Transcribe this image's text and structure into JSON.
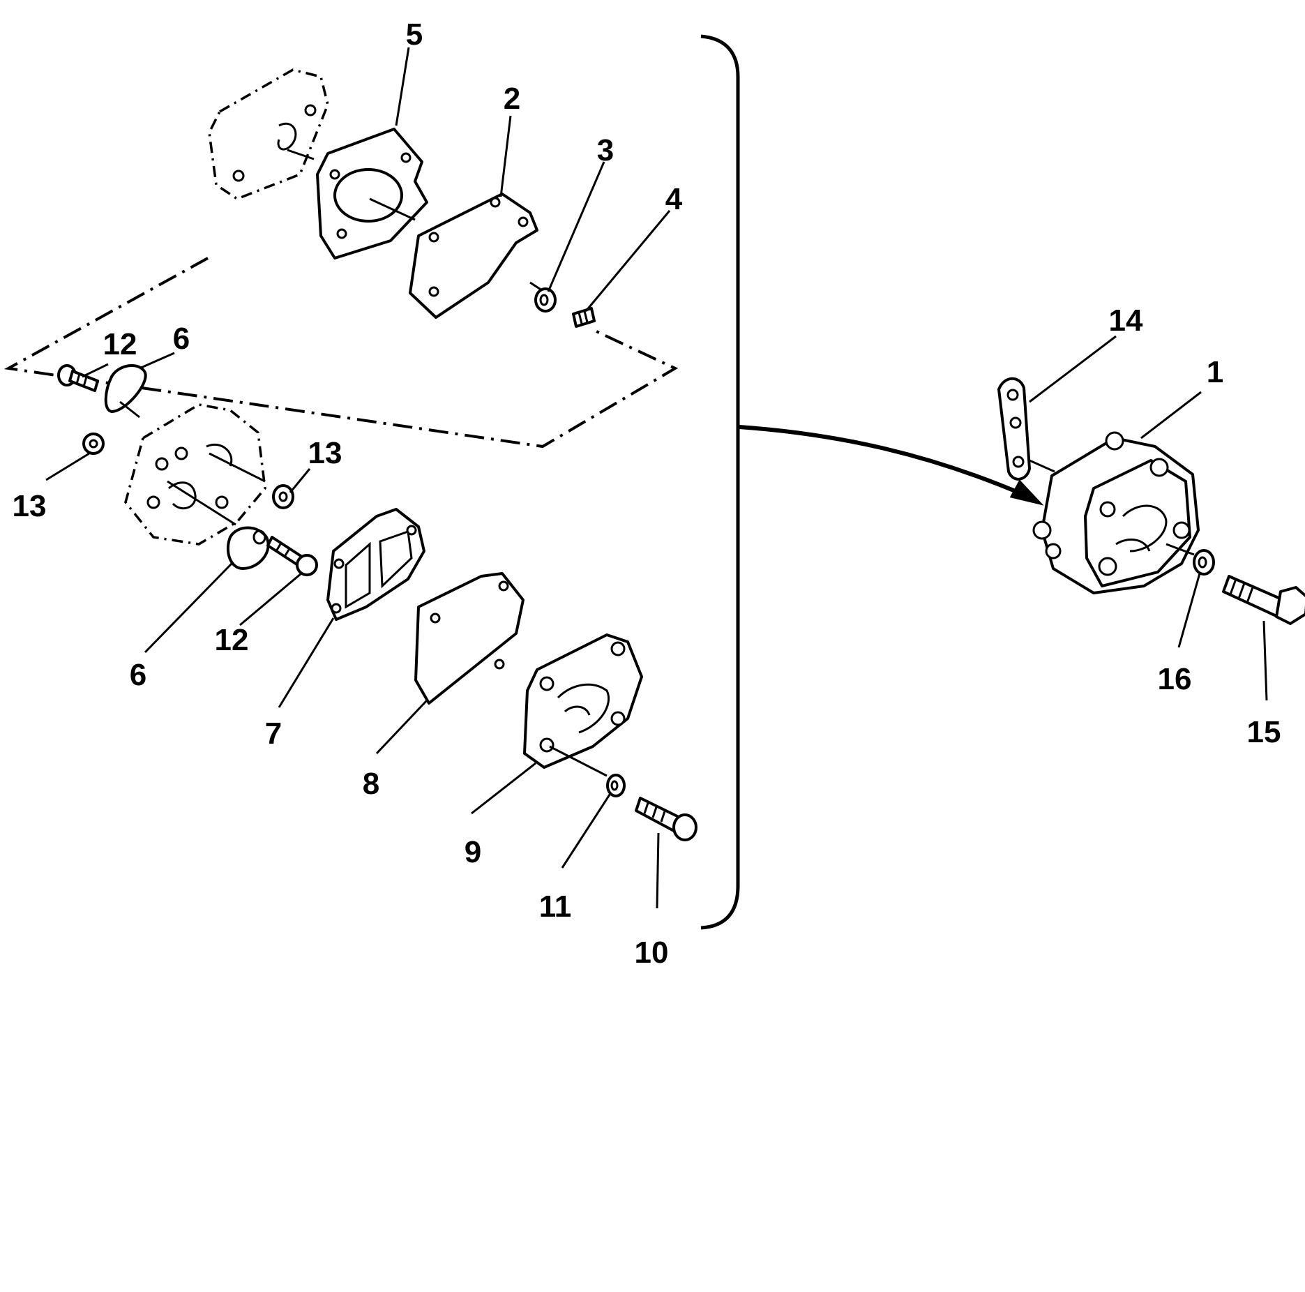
{
  "callouts": {
    "c1": "1",
    "c2": "2",
    "c3": "3",
    "c4": "4",
    "c5": "5",
    "c6a": "6",
    "c6b": "6",
    "c7": "7",
    "c8": "8",
    "c9": "9",
    "c10": "10",
    "c11": "11",
    "c12a": "12",
    "c12b": "12",
    "c13a": "13",
    "c13b": "13",
    "c14": "14",
    "c15": "15",
    "c16": "16"
  }
}
